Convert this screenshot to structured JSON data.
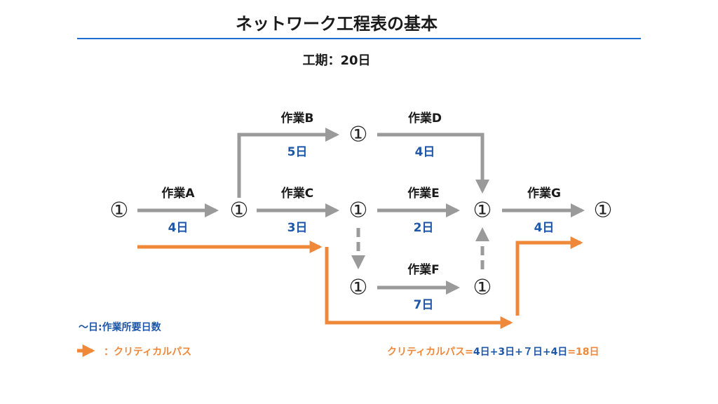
{
  "title": "ネットワーク工程表の基本",
  "period": "工期：20日",
  "node_symbol": "①",
  "activities": {
    "A": {
      "name": "作業A",
      "days": "4日"
    },
    "B": {
      "name": "作業B",
      "days": "5日"
    },
    "C": {
      "name": "作業C",
      "days": "3日"
    },
    "D": {
      "name": "作業D",
      "days": "4日"
    },
    "E": {
      "name": "作業E",
      "days": "2日"
    },
    "F": {
      "name": "作業F",
      "days": "7日"
    },
    "G": {
      "name": "作業G",
      "days": "4日"
    }
  },
  "legend": {
    "duration": "～日:作業所要日数",
    "critical": "：クリティカルパス"
  },
  "summary": {
    "prefix": "クリティカルパス=",
    "terms": "4日+3日+７日+4日",
    "eq": "=",
    "total": "18日"
  },
  "colors": {
    "title_rule": "#1f6fd1",
    "arrow": "#9a9a9a",
    "critical": "#f0883a",
    "duration": "#1e56a8"
  }
}
